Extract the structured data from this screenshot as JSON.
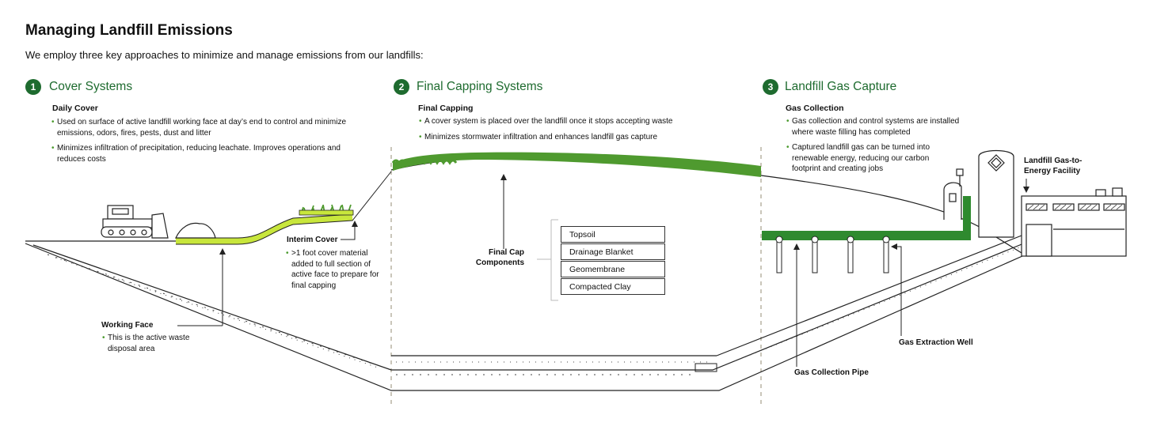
{
  "header": {
    "title": "Managing Landfill Emissions",
    "subtitle": "We employ three key approaches to minimize and manage emissions from our landfills:"
  },
  "sections": [
    {
      "number": "1",
      "title": "Cover Systems",
      "subheading": "Daily Cover",
      "bullets": [
        "Used on surface of active landfill working face at day’s end to control and minimize emissions, odors, fires, pests, dust and litter",
        "Minimizes infiltration of precipitation, reducing leachate. Improves operations and reduces costs"
      ]
    },
    {
      "number": "2",
      "title": "Final Capping Systems",
      "subheading": "Final Capping",
      "bullets": [
        "A cover system is placed over the landfill once it stops accepting waste",
        "Minimizes stormwater infiltration and enhances landfill gas capture"
      ]
    },
    {
      "number": "3",
      "title": "Landfill Gas Capture",
      "subheading": "Gas Collection",
      "bullets": [
        "Gas collection and control systems are installed where waste filling has completed",
        "Captured landfill gas can be turned into renewable energy, reducing our carbon footprint and creating jobs"
      ]
    }
  ],
  "labels": {
    "interim_cover": {
      "title": "Interim Cover",
      "bullet": ">1 foot cover material added to full section of active face to prepare for final capping"
    },
    "working_face": {
      "title": "Working Face",
      "bullet": "This is the active waste disposal area"
    },
    "final_cap": {
      "title": "Final Cap Components",
      "components": [
        "Topsoil",
        "Drainage Blanket",
        "Geomembrane",
        "Compacted Clay"
      ]
    },
    "facility": "Landfill Gas-to-Energy Facility",
    "gas_collection_pipe": "Gas Collection Pipe",
    "gas_extraction_well": "Gas Extraction Well"
  },
  "colors": {
    "green_dark": "#1e6b2f",
    "green_pipe": "#2f8a2f",
    "green_lime": "#c8e63c",
    "green_grass": "#4f9a2f"
  }
}
